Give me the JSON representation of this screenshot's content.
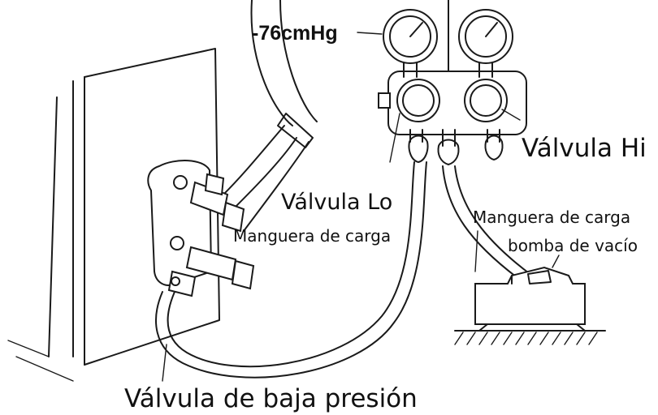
{
  "labels": {
    "gauge_reading": "-76cmHg",
    "valve_hi": "Válvula Hi",
    "valve_lo": "Válvula Lo",
    "charge_hose_right": "Manguera de carga",
    "charge_hose_left": "Manguera de carga",
    "vacuum_pump": "bomba de vacío",
    "low_pressure_valve": "Válvula de baja presión"
  },
  "colors": {
    "ink": "#1a1a1a",
    "background": "#ffffff"
  }
}
